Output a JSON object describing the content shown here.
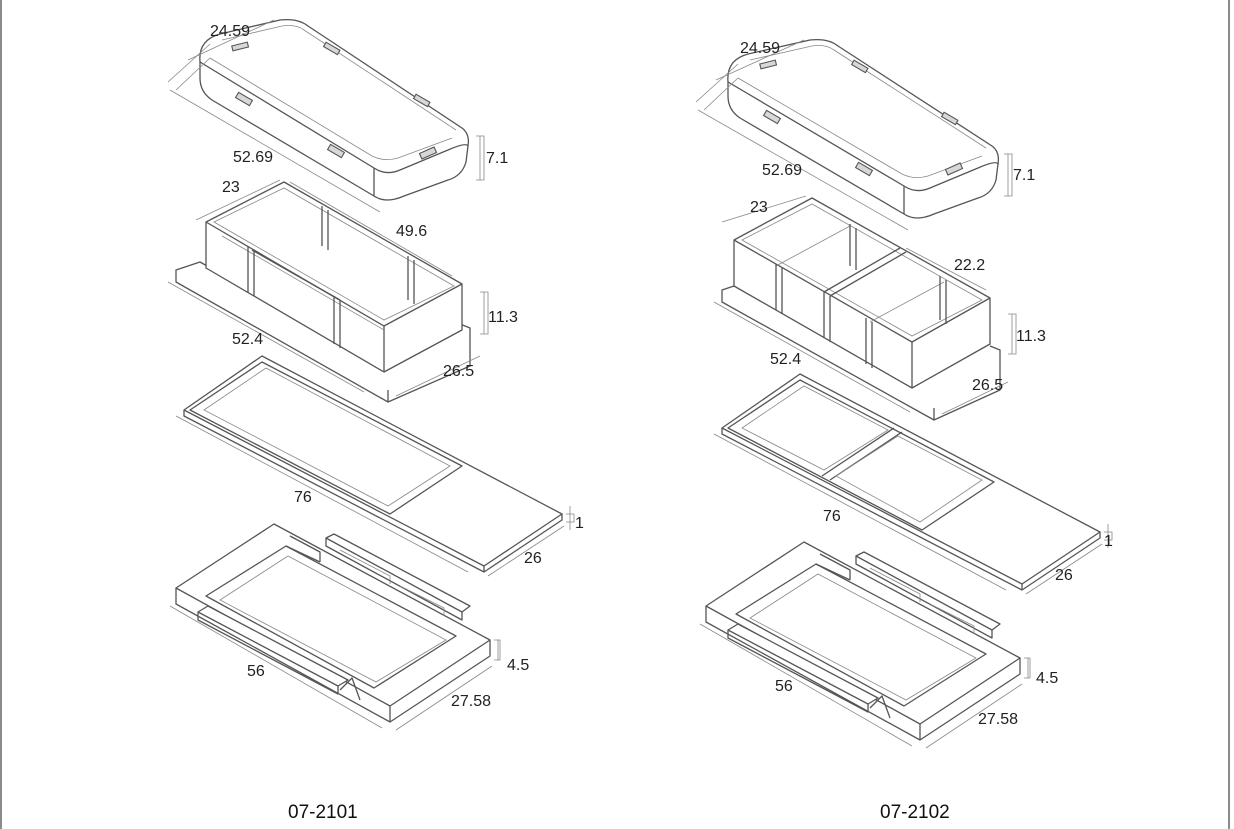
{
  "models": [
    {
      "id": "07-2101",
      "lid": {
        "width": "24.59",
        "length": "52.69",
        "height": "7.1"
      },
      "tray": {
        "width": "23",
        "inner_length": "49.6",
        "length": "52.4",
        "height": "11.3",
        "depth": "26.5"
      },
      "slide": {
        "length": "76",
        "width": "26",
        "thickness": "1"
      },
      "base": {
        "length": "56",
        "width": "27.58",
        "height": "4.5"
      }
    },
    {
      "id": "07-2102",
      "lid": {
        "width": "24.59",
        "length": "52.69",
        "height": "7.1"
      },
      "tray": {
        "width": "23",
        "inner_length": "22.2",
        "length": "52.4",
        "height": "11.3",
        "depth": "26.5"
      },
      "slide": {
        "length": "76",
        "width": "26",
        "thickness": "1"
      },
      "base": {
        "length": "56",
        "width": "27.58",
        "height": "4.5"
      }
    }
  ]
}
